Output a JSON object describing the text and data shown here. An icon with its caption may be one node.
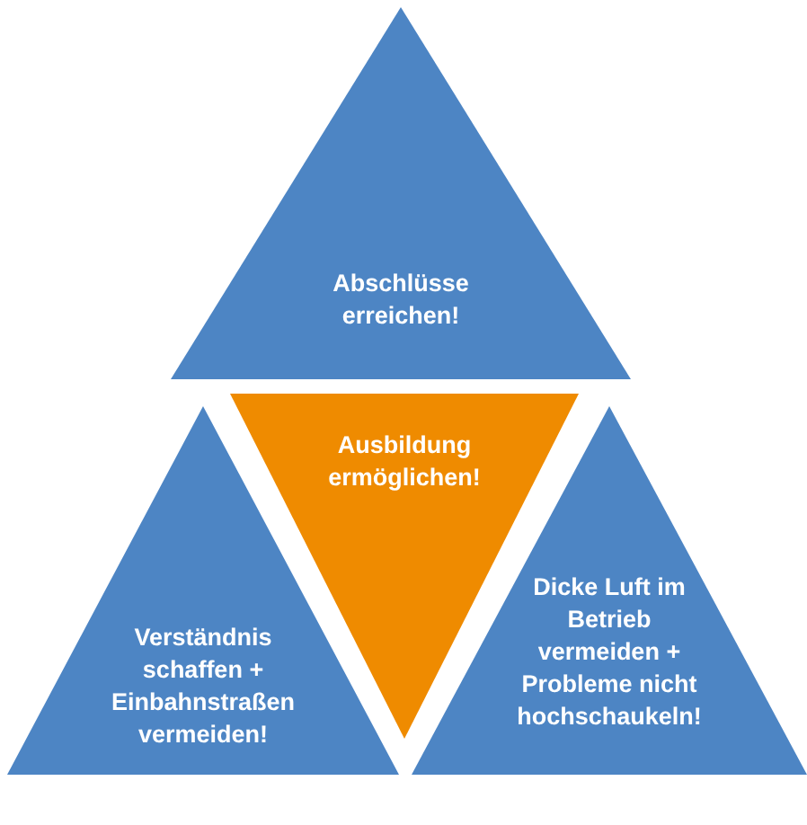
{
  "diagram": {
    "nodes": [
      {
        "text": [
          "Abschlüsse erreichen!"
        ]
      },
      {
        "text": [
          "Ausbildung ermöglichen!"
        ]
      },
      {
        "text": [
          "Verständnis schaffen + Einbahnstraßen vermeiden!"
        ]
      },
      {
        "text": [
          "Dicke Luft im Betrieb vermeiden + Probleme nicht hochschaukeln!"
        ]
      }
    ]
  }
}
